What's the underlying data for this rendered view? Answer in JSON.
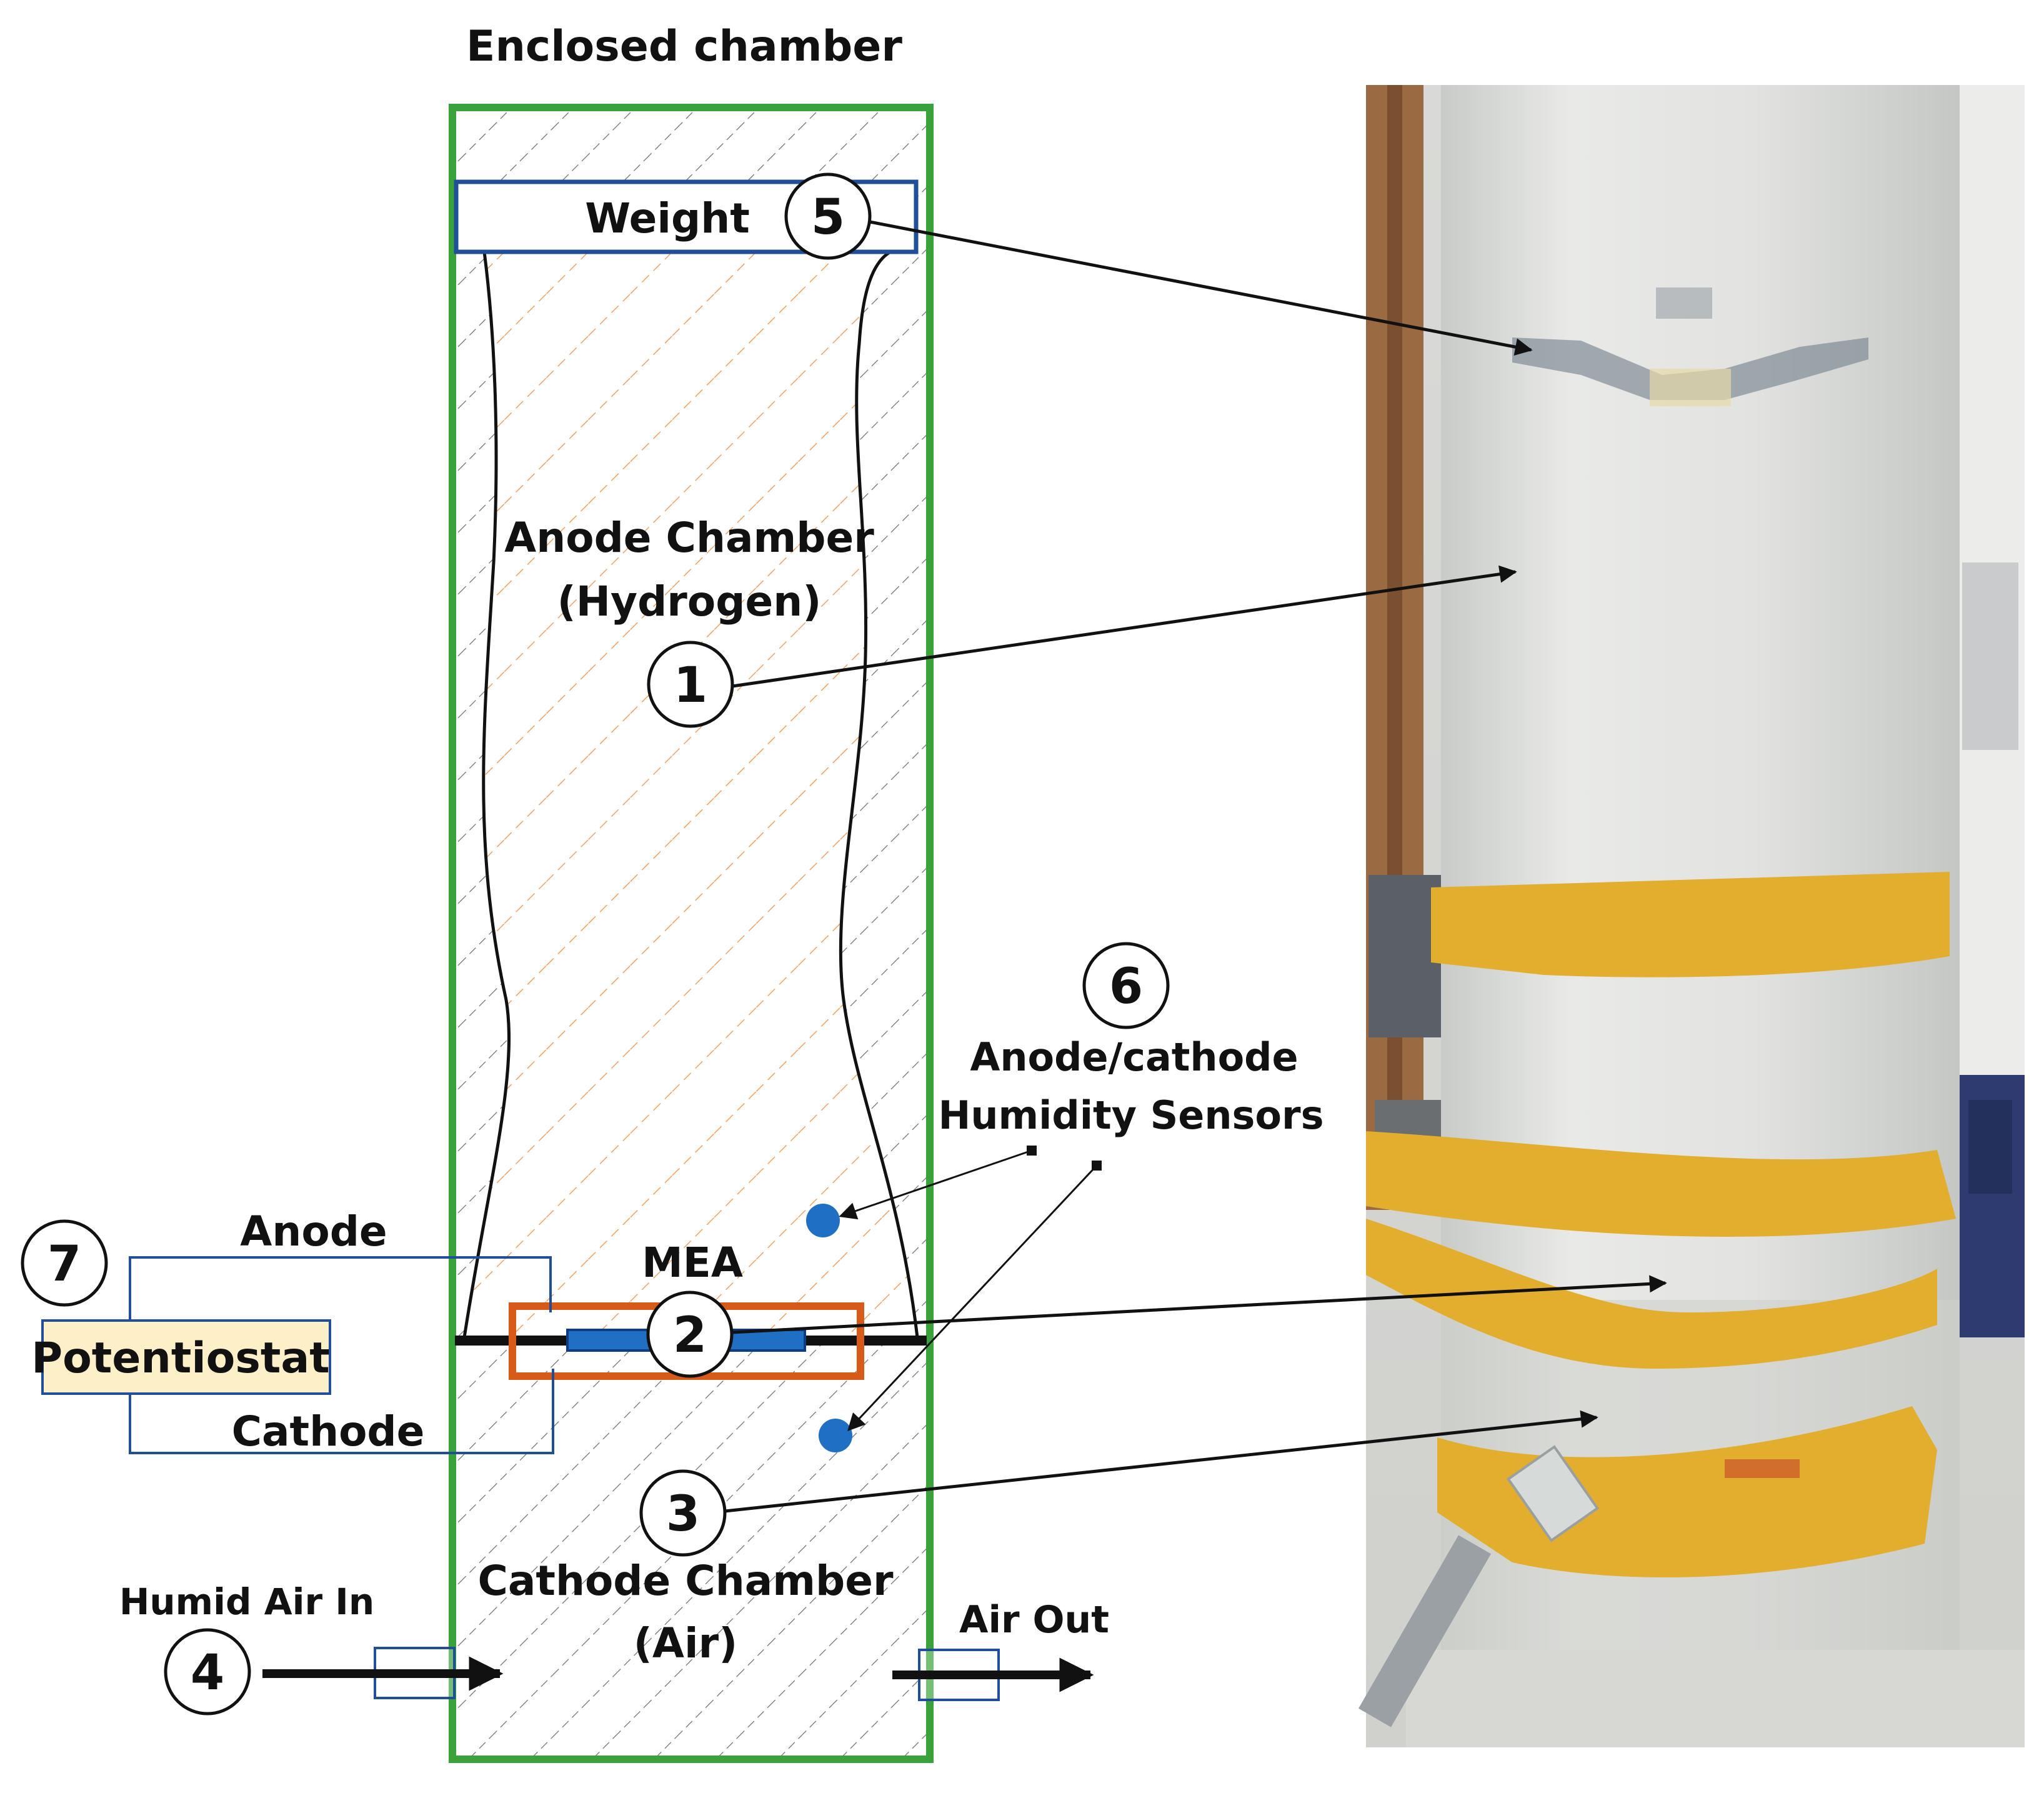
{
  "diagram": {
    "title": "Enclosed chamber",
    "components": {
      "weight": "Weight",
      "anode_chamber_line1": "Anode Chamber",
      "anode_chamber_line2": "(Hydrogen)",
      "mea": "MEA",
      "cathode_chamber_line1": "Cathode Chamber",
      "cathode_chamber_line2": "(Air)",
      "sensors_line1": "Anode/cathode",
      "sensors_line2": "Humidity Sensors",
      "potentiostat": "Potentiostat",
      "anode_lead": "Anode",
      "cathode_lead": "Cathode",
      "humid_air_in": "Humid Air In",
      "air_out": "Air Out"
    },
    "markers": {
      "m1": "1",
      "m2": "2",
      "m3": "3",
      "m4": "4",
      "m5": "5",
      "m6": "6",
      "m7": "7"
    },
    "colors": {
      "enclosure": "#3aa23a",
      "weight_box": "#1f4e9a",
      "mea_box": "#d85a18",
      "mea_strip": "#1f6fc4",
      "sensor_dot": "#1f6fc4",
      "potentiostat_fill": "#fdf0c8",
      "anode_hatch": "#f0a060",
      "tape": "#e3ad2e",
      "tube": "#e3e4e2"
    }
  }
}
